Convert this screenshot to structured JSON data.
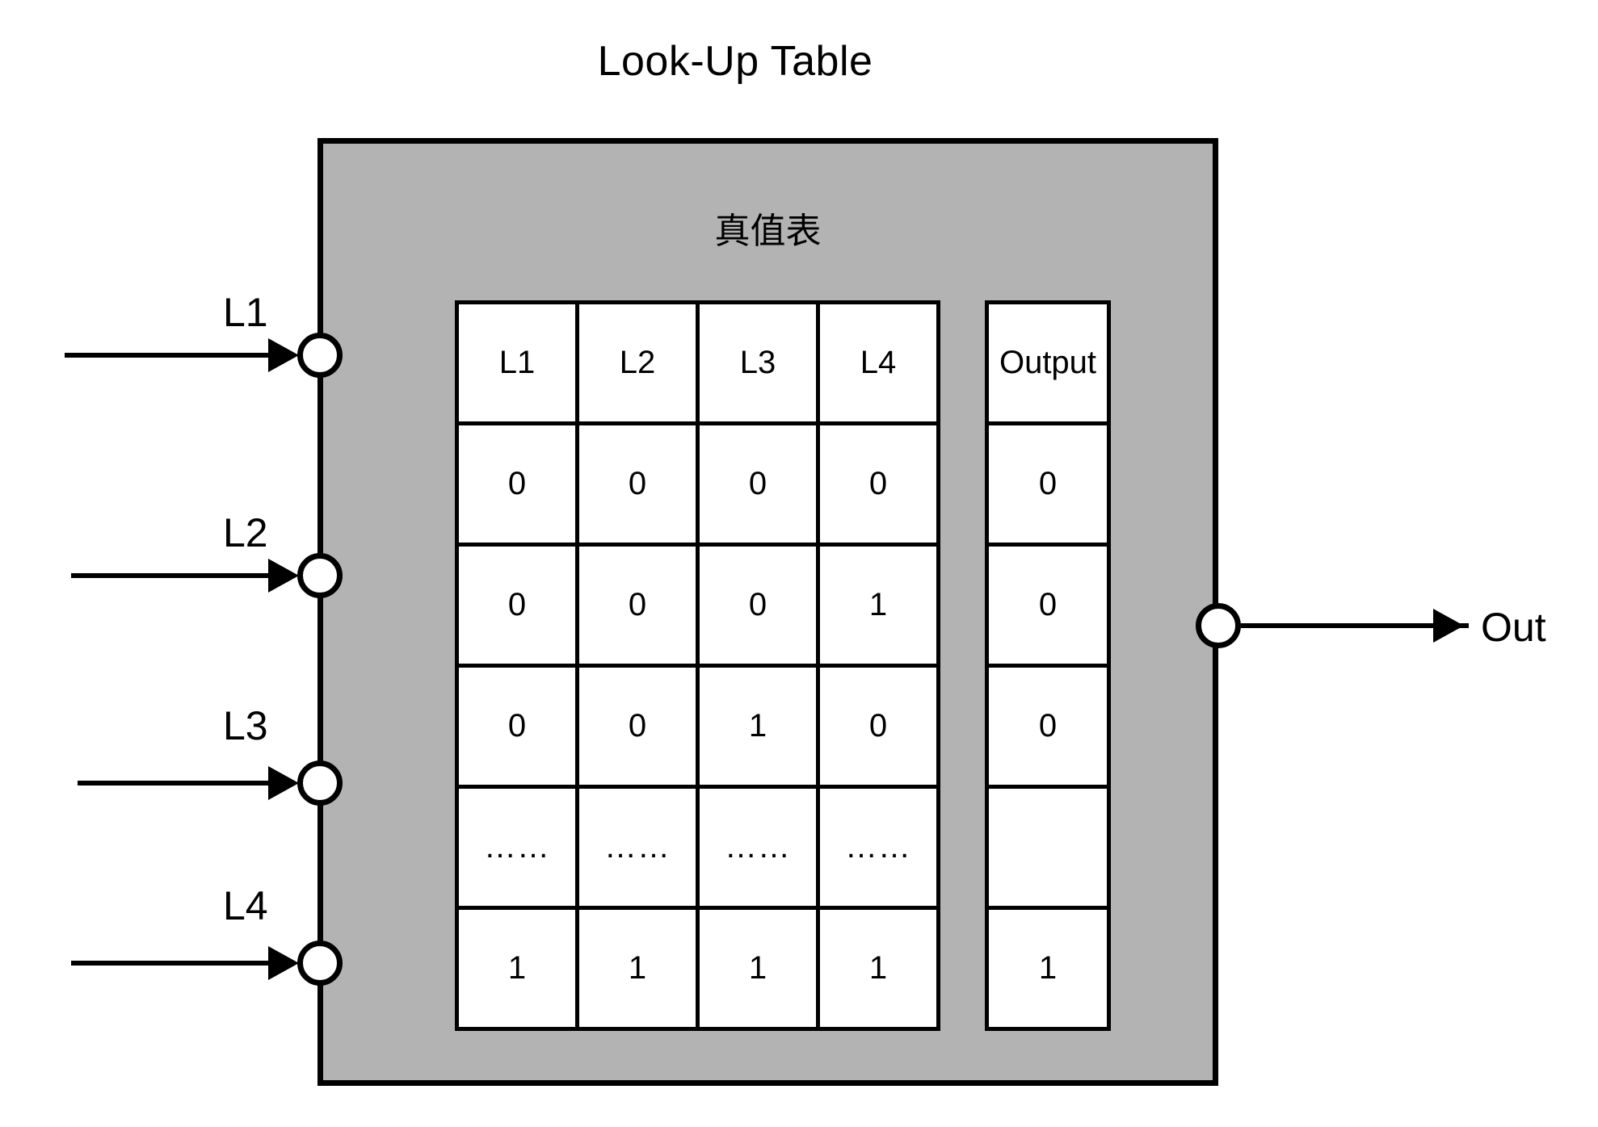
{
  "title": "Look-Up Table",
  "block": {
    "subtitle": "真值表",
    "fill_color": "#b3b3b3",
    "border_color": "#000000"
  },
  "inputs": [
    {
      "label": "L1",
      "icon": "arrow-right-icon",
      "pin": "input-pin"
    },
    {
      "label": "L2",
      "icon": "arrow-right-icon",
      "pin": "input-pin"
    },
    {
      "label": "L3",
      "icon": "arrow-right-icon",
      "pin": "input-pin"
    },
    {
      "label": "L4",
      "icon": "arrow-right-icon",
      "pin": "input-pin"
    }
  ],
  "output": {
    "label": "Out",
    "icon": "arrow-right-icon",
    "pin": "output-pin"
  },
  "chart_data": {
    "type": "table",
    "title": "真值表",
    "input_headers": [
      "L1",
      "L2",
      "L3",
      "L4"
    ],
    "output_header": "Output",
    "rows": [
      {
        "inputs": [
          "0",
          "0",
          "0",
          "0"
        ],
        "output": "0"
      },
      {
        "inputs": [
          "0",
          "0",
          "0",
          "1"
        ],
        "output": "0"
      },
      {
        "inputs": [
          "0",
          "0",
          "1",
          "0"
        ],
        "output": "0"
      },
      {
        "inputs": [
          "……",
          "……",
          "……",
          "……"
        ],
        "output": ""
      },
      {
        "inputs": [
          "1",
          "1",
          "1",
          "1"
        ],
        "output": "1"
      }
    ]
  }
}
